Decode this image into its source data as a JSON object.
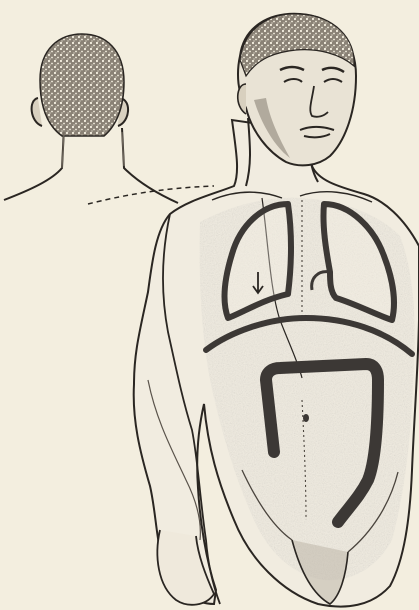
{
  "colors": {
    "paper": "#f3eedf",
    "ink": "#2a2622",
    "shade": "#7a7266",
    "organ": "#3c3835"
  },
  "figures": [
    {
      "id": "back-view",
      "icon": "head-back-icon"
    },
    {
      "id": "front-view",
      "icon": "torso-front-icon"
    }
  ],
  "organs": [
    "right-lung",
    "left-lung",
    "diaphragm",
    "colon"
  ]
}
